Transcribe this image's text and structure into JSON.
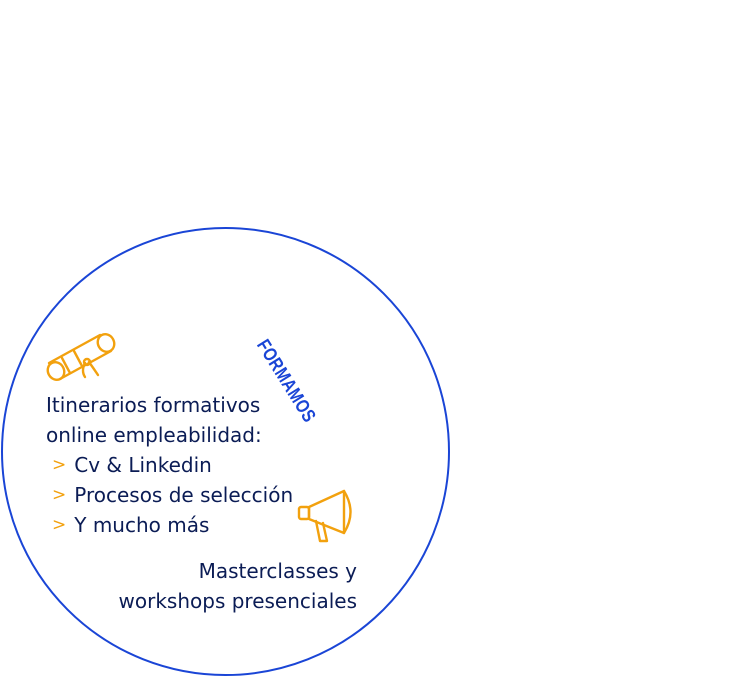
{
  "vertical_label": "FORMAMOS",
  "online": {
    "title_line1": "Itinerarios formativos",
    "title_line2": "online empleabilidad:",
    "bullet_symbol": ">",
    "items": [
      "Cv & Linkedin",
      "Procesos de selección",
      "Y mucho más"
    ]
  },
  "inperson": {
    "line1": "Masterclasses y",
    "line2": "workshops presenciales"
  },
  "colors": {
    "circle": "#1a45d6",
    "icon": "#f2a10e",
    "text": "#0b1c55"
  },
  "icons": {
    "online": "diploma-icon",
    "inperson": "megaphone-icon"
  }
}
